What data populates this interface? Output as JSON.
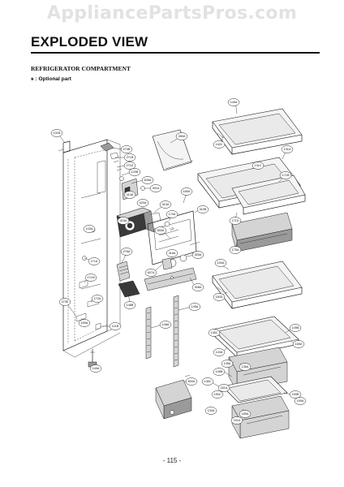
{
  "watermark": "AppliancePartsPros.com",
  "page_title": "EXPLODED VIEW",
  "section_heading": "REFRIGERATOR COMPARTMENT",
  "optional_note": {
    "symbol": "*",
    "text": ": Optional part"
  },
  "page_number": "- 115 -",
  "callouts": {
    "c101B": "101B",
    "c273B": "273B",
    "c271B": "271B",
    "c271E": "271E",
    "c120B": "120B",
    "c605A": "605A",
    "c301A": "301A",
    "c280A": "280A",
    "c140A": "140A",
    "c140C": "140C",
    "c131A": "131A",
    "c131C": "131C",
    "c171B": "171B",
    "c171D": "171D",
    "c175A": "175A",
    "c150A": "150A",
    "c150D": "150D",
    "c180A": "180A",
    "c310A": "310A",
    "c310B": "310B",
    "c170A": "170A",
    "c650A": "650A",
    "c316A": "316A",
    "c325A": "325A",
    "c607A": "607A",
    "c308A": "308A",
    "c420A": "420A",
    "c414A": "414A",
    "c415A": "415A",
    "c276A": "276A",
    "c103A": "103A",
    "c171A": "171A",
    "c171M": "171M",
    "c172A": "172A",
    "c273E": "273E",
    "c159A": "159A",
    "c148B": "148B",
    "c148A": "148A",
    "c121B": "121B",
    "c145A": "145A",
    "c149A": "149A",
    "c149B": "149B",
    "c600A": "600A",
    "c145C": "145C",
    "c143A": "143A",
    "c155A": "155A",
    "c135A": "135A",
    "c136A": "136A",
    "c146B": "146B",
    "c146C": "146C",
    "c159B": "159B",
    "c159C": "159C",
    "c130A": "130A",
    "c191A": "191A",
    "c161A": "161A",
    "c190A": "190A",
    "c185A": "185A"
  }
}
